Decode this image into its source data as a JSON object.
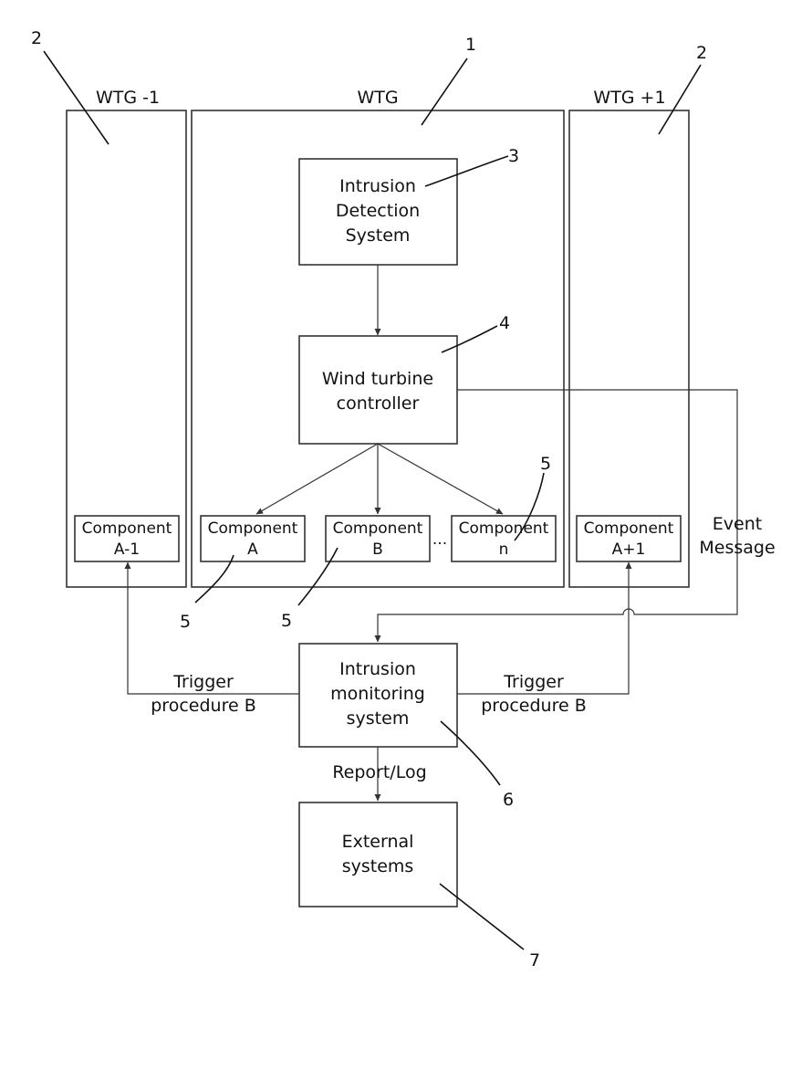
{
  "turbines": {
    "left": "WTG -1",
    "center": "WTG",
    "right": "WTG +1"
  },
  "blocks": {
    "ids": [
      "Intrusion",
      "Detection",
      "System"
    ],
    "controller": [
      "Wind turbine",
      "controller"
    ],
    "ims": [
      "Intrusion",
      "monitoring",
      "system"
    ],
    "external": [
      "External",
      "systems"
    ]
  },
  "components": {
    "a_minus_1": [
      "Component",
      "A-1"
    ],
    "a": [
      "Component",
      "A"
    ],
    "b": [
      "Component",
      "B"
    ],
    "n": [
      "Component",
      "n"
    ],
    "a_plus_1": [
      "Component",
      "A+1"
    ],
    "ellipsis": "..."
  },
  "signals": {
    "event": [
      "Event",
      "Message"
    ],
    "trigger_left": [
      "Trigger",
      "procedure B"
    ],
    "trigger_right": [
      "Trigger",
      "procedure B"
    ],
    "report": "Report/Log"
  },
  "refs": {
    "r1": "1",
    "r2_left": "2",
    "r2_right": "2",
    "r3": "3",
    "r4": "4",
    "r5_n": "5",
    "r5_a": "5",
    "r5_b": "5",
    "r6": "6",
    "r7": "7"
  }
}
